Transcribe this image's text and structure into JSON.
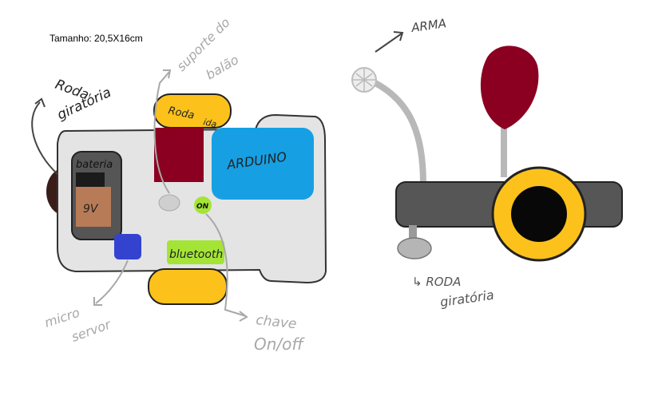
{
  "size_note": "Tamanho: 20,5X16cm",
  "top_view": {
    "labels": {
      "roda_giratoria": [
        "Roda",
        "giratória"
      ],
      "suporte_balao": [
        "suporte do",
        "balão"
      ],
      "roda_ida": [
        "Roda",
        "ida"
      ],
      "bateria": "bateria",
      "bateria_voltage": "9V",
      "arduino": "ARDUINO",
      "on_badge": "ON",
      "bluetooth": "bluetooth",
      "micro_servo": [
        "micro",
        "servor"
      ],
      "chave": [
        "chave",
        "On/off"
      ]
    }
  },
  "side_view": {
    "labels": {
      "arma": "ARMA",
      "roda_giratoria": [
        "↳ RODA",
        "giratória"
      ]
    }
  },
  "colors": {
    "body": "#e4e4e4",
    "body_stroke": "#333333",
    "wheel": "#fcc21b",
    "balloon": "#8b0020",
    "arduino": "#16a0e3",
    "battery": "#555555",
    "battery_label_area": "#b87b57",
    "servo": "#3343d0",
    "bluetooth": "#a4e437",
    "annotation": "#a8a8a8",
    "dark_annotation": "#444444",
    "side_body": "#565656",
    "side_arm": "#b8b8b8",
    "caster_wheel": "#3a1c18"
  }
}
